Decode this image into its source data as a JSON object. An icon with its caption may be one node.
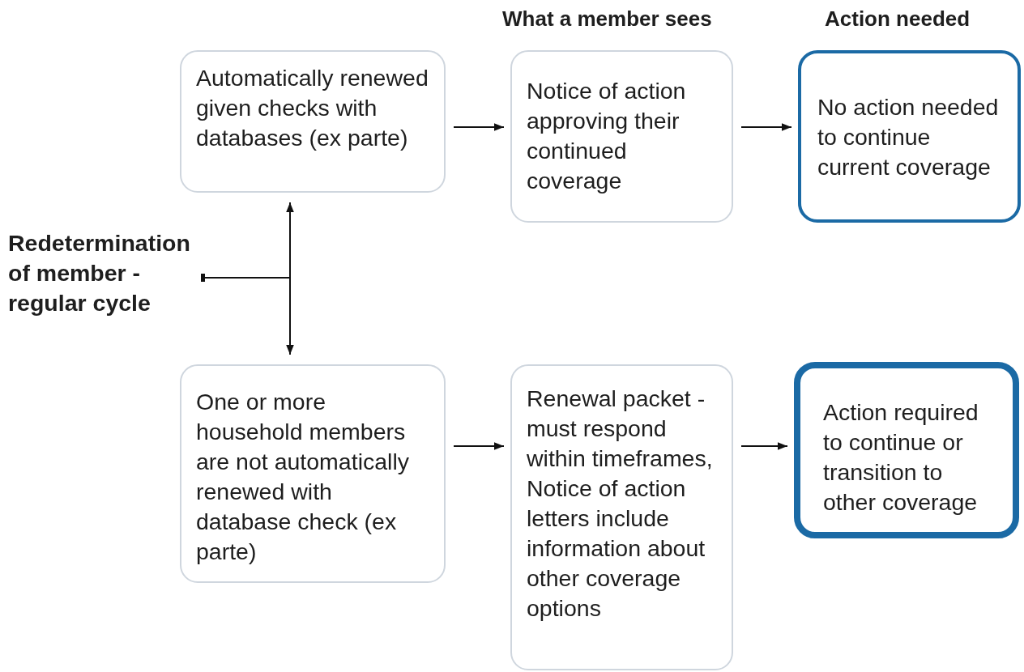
{
  "diagram": {
    "nodes": [
      {
        "text": [
          "Redetermination of member - regular cycle"
        ]
      },
      {
        "text": [
          "Automatically renewed given checks with databases (ex parte)"
        ]
      },
      {
        "text": [
          "Notice of action approving their continued coverage"
        ]
      },
      {
        "text": [
          "No action needed to continue current coverage"
        ]
      },
      {
        "text": [
          "One or more household members are not automatically renewed with database check (ex parte)"
        ]
      },
      {
        "text": [
          "Renewal packet - must respond within timeframes, Notice of action letters include information about other coverage options"
        ]
      },
      {
        "text": [
          "Action required to continue or transition to other coverage"
        ]
      }
    ],
    "edges": [
      {
        "from": 0,
        "to": 1,
        "arrow": "to"
      },
      {
        "from": 0,
        "to": 4,
        "arrow": "to"
      },
      {
        "from": 1,
        "to": 2,
        "arrow": "to"
      },
      {
        "from": 2,
        "to": 3,
        "arrow": "to"
      },
      {
        "from": 4,
        "to": 5,
        "arrow": "to"
      },
      {
        "from": 5,
        "to": 6,
        "arrow": "to"
      }
    ],
    "labels": [
      "What a member sees",
      "Action needed"
    ]
  }
}
